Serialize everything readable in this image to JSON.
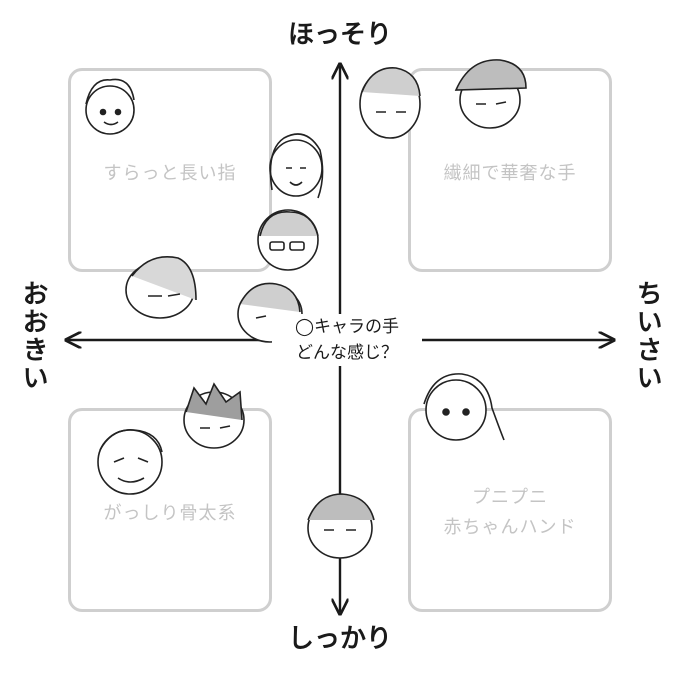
{
  "axes": {
    "top": "ほっそり",
    "bottom": "しっかり",
    "left": "おおきい",
    "right": "ちいさい"
  },
  "center_question": {
    "line1": "◯キャラの手",
    "line2": "どんな感じ？"
  },
  "quadrants": {
    "top_left": {
      "label": "すらっと長い指"
    },
    "top_right": {
      "label": "繊細で華奢な手"
    },
    "bottom_left": {
      "label": "がっしり骨太系"
    },
    "bottom_right": {
      "line1": "プニプニ",
      "line2": "赤ちゃんハンド"
    }
  }
}
